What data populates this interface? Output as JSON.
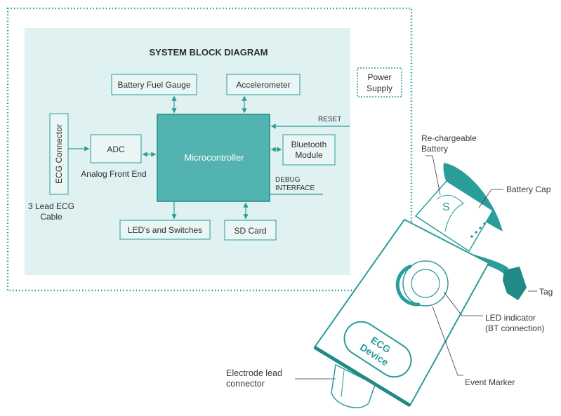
{
  "diagram": {
    "title": "SYSTEM BLOCK DIAGRAM",
    "blocks": {
      "battery_fuel_gauge": "Battery Fuel Gauge",
      "accelerometer": "Accelerometer",
      "power_supply_line1": "Power",
      "power_supply_line2": "Supply",
      "adc": "ADC",
      "microcontroller": "Microcontroller",
      "bluetooth_line1": "Bluetooth",
      "bluetooth_line2": "Module",
      "ecg_connector": "ECG Connector",
      "leds_switches": "LED's and Switches",
      "sd_card": "SD Card"
    },
    "labels": {
      "analog_front_end": "Analog Front End",
      "reset": "RESET",
      "debug_line1": "DEBUG",
      "debug_line2": "INTERFACE",
      "ecg_cable_line1": "3 Lead ECG",
      "ecg_cable_line2": "Cable"
    }
  },
  "device": {
    "body_text_line1": "ECG",
    "body_text_line2": "Device",
    "callouts": {
      "battery_line1": "Re-chargeable",
      "battery_line2": "Battery",
      "battery_cap": "Battery Cap",
      "tag": "Tag",
      "led_line1": "LED indicator",
      "led_line2": "(BT connection)",
      "event_marker": "Event Marker",
      "electrode_line1": "Electrode lead",
      "electrode_line2": "connector"
    }
  },
  "colors": {
    "teal": "#2a9d9a",
    "teal_dark": "#1f8a86",
    "panel_bg": "#dff1f1",
    "box_bg": "#eaf5f5",
    "mcu_fill": "#52b3b0"
  }
}
